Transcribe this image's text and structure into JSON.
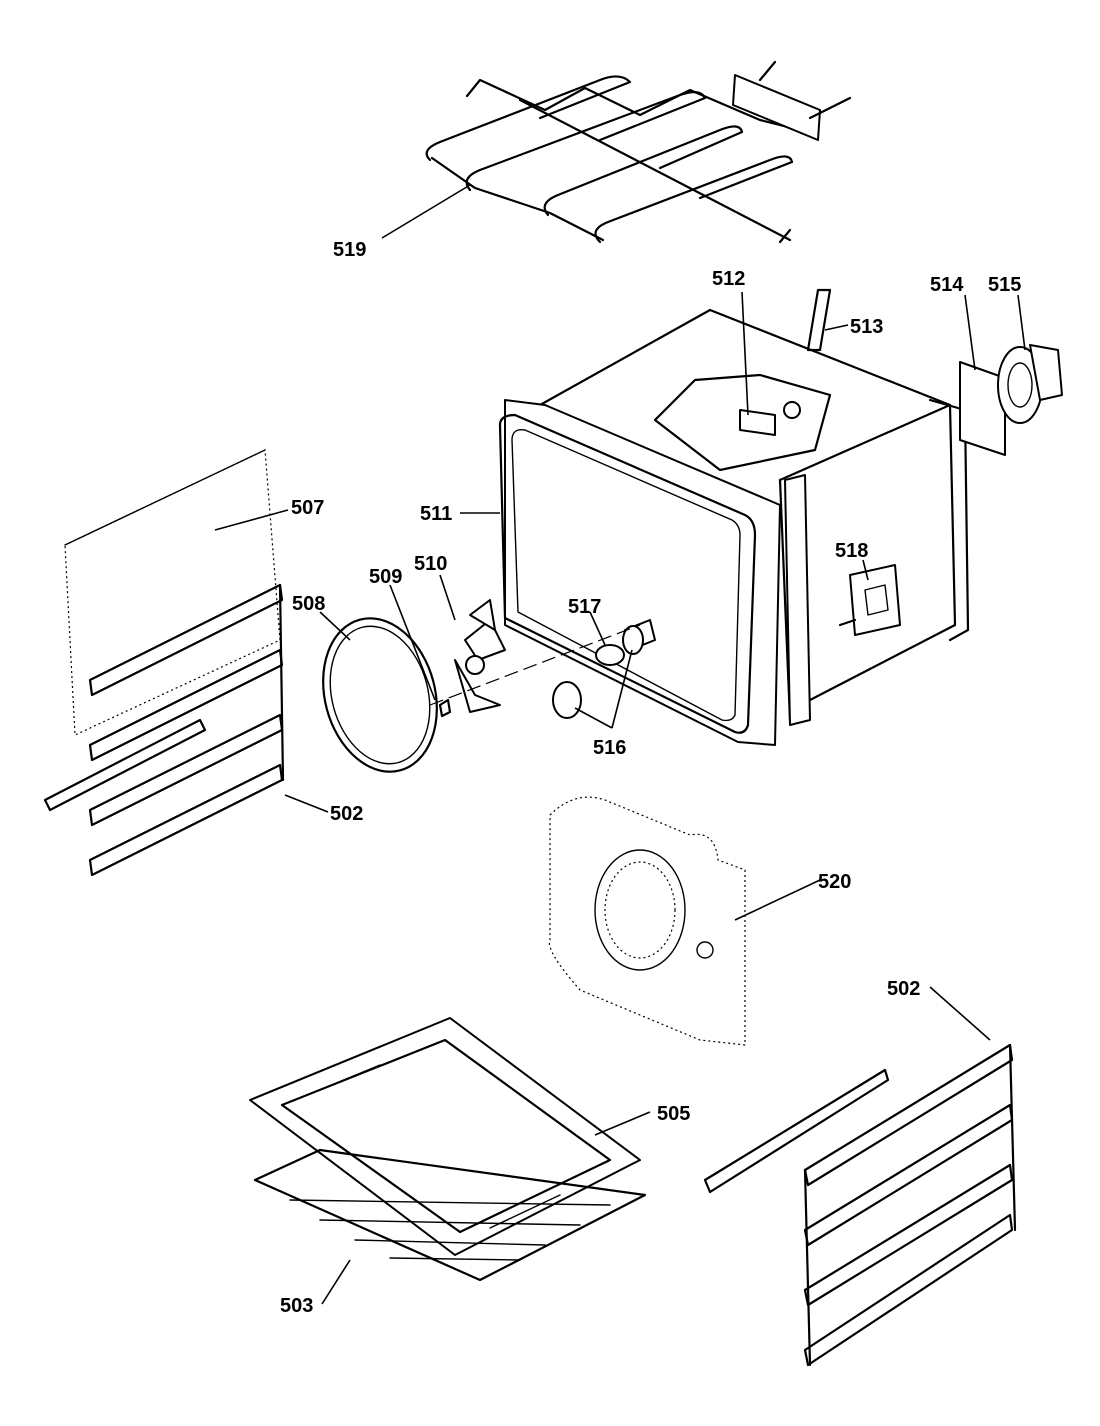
{
  "labels": {
    "l519": "519",
    "l512": "512",
    "l513": "513",
    "l514": "514",
    "l515": "515",
    "l507": "507",
    "l511": "511",
    "l518": "518",
    "l510": "510",
    "l509": "509",
    "l508": "508",
    "l517": "517",
    "l516": "516",
    "l502a": "502",
    "l520": "520",
    "l502b": "502",
    "l505": "505",
    "l503": "503"
  },
  "colors": {
    "line": "#000000",
    "background": "#ffffff"
  }
}
